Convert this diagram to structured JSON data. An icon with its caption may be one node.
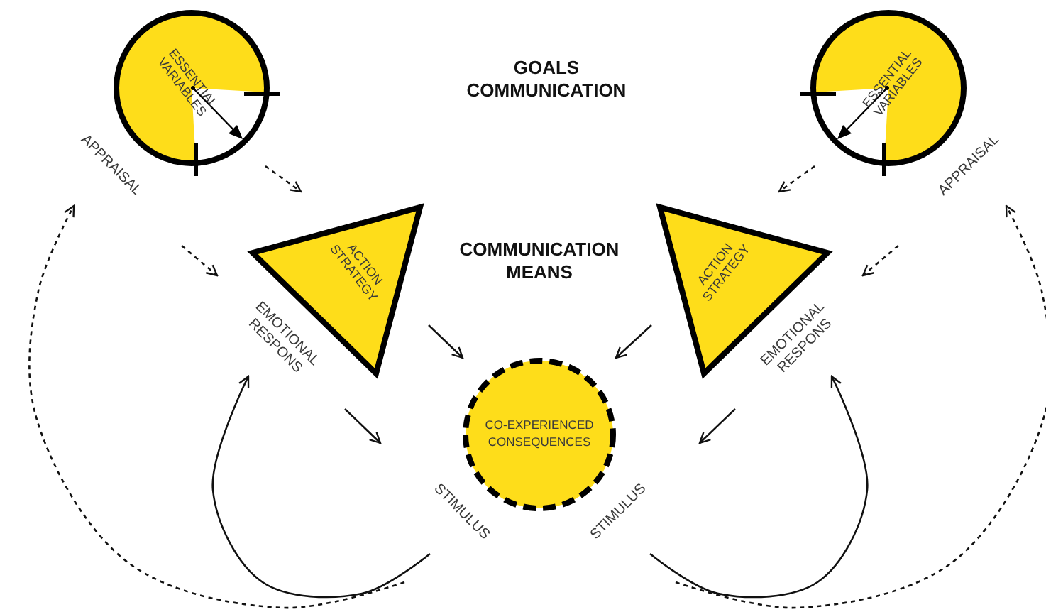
{
  "diagram": {
    "nodes": [
      {
        "text": [
          "ESSENTIAL VARIABLES"
        ]
      },
      {
        "text": [
          "ESSENTIAL VARIABLES"
        ]
      },
      {
        "text": [
          "APPRAISAL"
        ]
      },
      {
        "text": [
          "APPRAISAL"
        ]
      },
      {
        "text": [
          "ACTION STRATEGY"
        ]
      },
      {
        "text": [
          "ACTION STRATEGY"
        ]
      },
      {
        "text": [
          "EMOTIONAL RESPONS"
        ]
      },
      {
        "text": [
          "EMOTIONAL RESPONS"
        ]
      },
      {
        "text": [
          "CO-EXPERIENCED CONSEQUENCES"
        ]
      },
      {
        "text": [
          "STIMULUS"
        ]
      },
      {
        "text": [
          "STIMULUS"
        ]
      }
    ],
    "edges": [
      {
        "from": 0,
        "to": 4,
        "arrow": "to",
        "style": "dashed"
      },
      {
        "from": 1,
        "to": 5,
        "arrow": "to",
        "style": "dashed"
      },
      {
        "from": 2,
        "to": 6,
        "arrow": "to",
        "style": "dashed"
      },
      {
        "from": 3,
        "to": 7,
        "arrow": "to",
        "style": "dashed"
      },
      {
        "from": 4,
        "to": 8,
        "arrow": "to"
      },
      {
        "from": 5,
        "to": 8,
        "arrow": "to"
      },
      {
        "from": 6,
        "to": 9,
        "arrow": "to"
      },
      {
        "from": 7,
        "to": 10,
        "arrow": "to"
      },
      {
        "from": 9,
        "to": 6,
        "arrow": "to"
      },
      {
        "from": 10,
        "to": 7,
        "arrow": "to"
      },
      {
        "from": 9,
        "to": 2,
        "arrow": "to",
        "style": "dashed"
      },
      {
        "from": 10,
        "to": 3,
        "arrow": "to",
        "style": "dashed"
      }
    ],
    "labels": [
      "GOALS COMMUNICATION",
      "COMMUNICATION MEANS"
    ]
  }
}
